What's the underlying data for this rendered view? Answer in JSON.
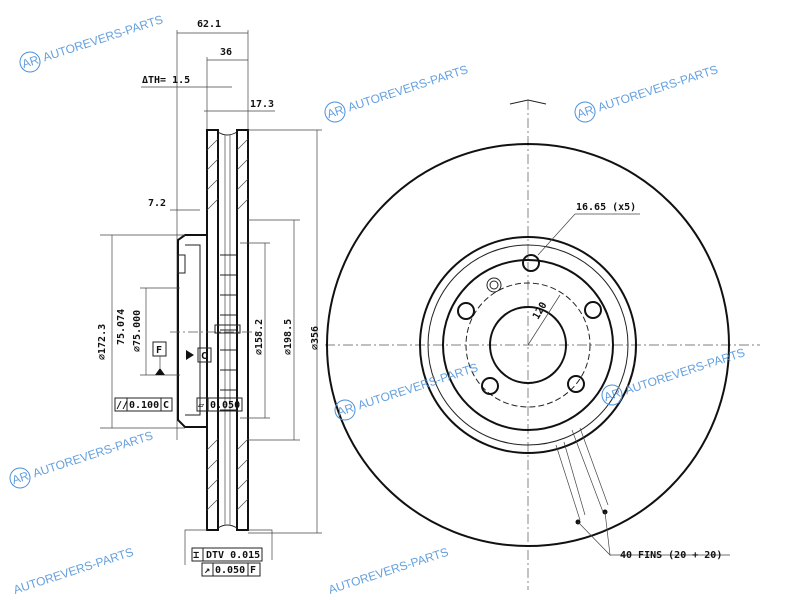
{
  "dimensions": {
    "overall_width": "62.1",
    "friction_width": "36",
    "delta_th": "ΔTH= 1.5",
    "vane_gap": "17.3",
    "hat_thickness": "7.2",
    "hat_diameter": "⌀172.3",
    "bore_max": "75.074",
    "bore_min": "⌀75.000",
    "inner_diameter": "⌀158.2",
    "hat_outer_diameter": "⌀198.5",
    "outer_diameter": "⌀356",
    "bolt_hole": "16.65 (x5)",
    "bolt_circle": "120",
    "fins": "40 FINS (20 + 20)"
  },
  "datums": {
    "f": "F",
    "c": "C"
  },
  "tolerances": {
    "parallelism_symbol": "//",
    "parallelism_value": "0.100",
    "parallelism_datum": "C",
    "flatness_symbol": "▱",
    "flatness_value": "0.050",
    "dtv_symbol": "⌶",
    "dtv_value": "DTV 0.015",
    "runout_symbol": "↗",
    "runout_value": "0.050",
    "runout_datum": "F"
  },
  "watermark": {
    "text": "AUTOREVERS-PARTS",
    "logo": "AR",
    "color": "#4a90d9"
  }
}
